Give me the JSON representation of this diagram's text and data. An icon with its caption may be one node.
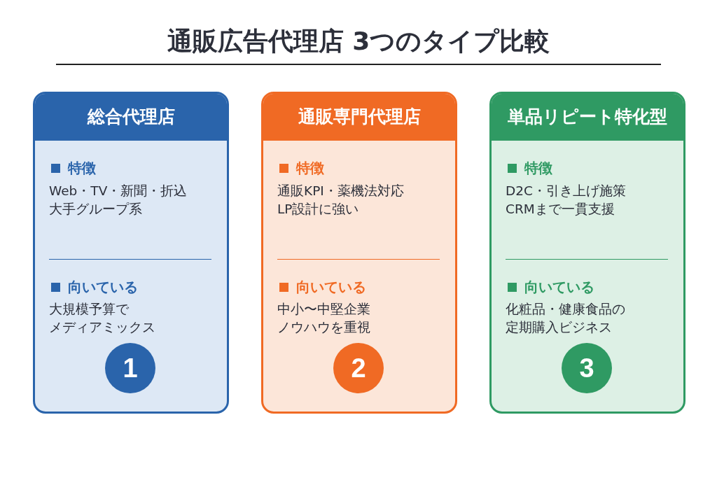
{
  "diagram": {
    "title": "通販広告代理店 3つのタイプ比較",
    "nodes": [
      {
        "text": [
          "総合代理店",
          "特徴",
          "Web・TV・新聞・折込",
          "大手グループ系",
          "向いている",
          "大規模予算で",
          "メディアミックス"
        ]
      },
      {
        "text": [
          "1"
        ],
        "in": 0
      },
      {
        "text": [
          "通販専門代理店",
          "特徴",
          "通販KPI・薬機法対応",
          "LP設計に強い",
          "向いている",
          "中小〜中堅企業",
          "ノウハウを重視"
        ]
      },
      {
        "text": [
          "2"
        ],
        "in": 2
      },
      {
        "text": [
          "単品リピート特化型",
          "特徴",
          "D2C・引き上げ施策",
          "CRMまで一貫支援",
          "向いている",
          "化粧品・健康食品の",
          "定期購入ビジネス"
        ]
      },
      {
        "text": [
          "3"
        ],
        "in": 4
      }
    ]
  }
}
